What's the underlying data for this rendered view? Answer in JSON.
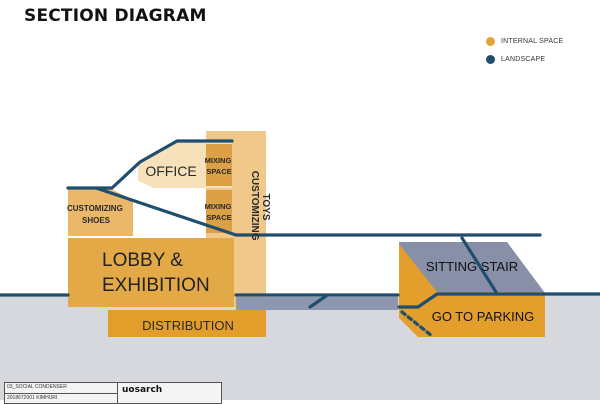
{
  "title": "SECTION DIAGRAM",
  "legend": [
    {
      "label": "INTERNAL SPACE",
      "color": "#e2a237"
    },
    {
      "label": "LANDSCAPE",
      "color": "#1f4e6e"
    }
  ],
  "labels": {
    "office": "OFFICE",
    "mixing_space_top": "MIXING SPACE",
    "mixing_space_bottom": "MIXING SPACE",
    "customizing_shoes": "CUSTOMIZING SHOES",
    "lobby_exhibition": "LOBBY & EXHIBITION",
    "customizing_toys": "CUSTOMIZING TOYS",
    "distribution": "DISTRIBUTION",
    "sitting_stair": "SITTING STAIR",
    "go_to_parking": "GO TO PARKING"
  },
  "titleblock": {
    "project": "03_SOCIAL CONDENSER",
    "id": "2018672001 KIMHURI",
    "logo": "uosarch"
  }
}
